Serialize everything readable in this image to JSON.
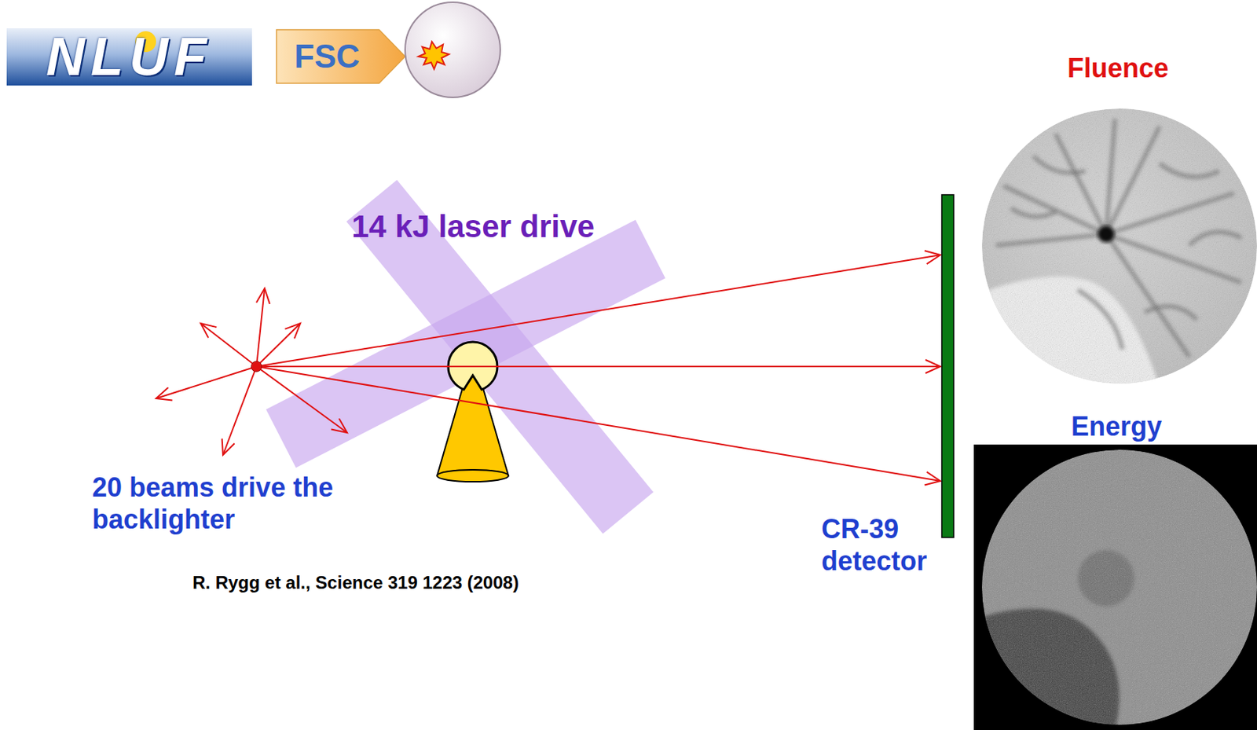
{
  "diagram": {
    "labels": [
      "NLUF",
      "FSC",
      "14 kJ laser drive",
      "20 beams drive the backlighter",
      "R. Rygg et al., Science 319 1223 (2008)",
      "CR-39 detector",
      "Fluence",
      "Energy"
    ]
  }
}
